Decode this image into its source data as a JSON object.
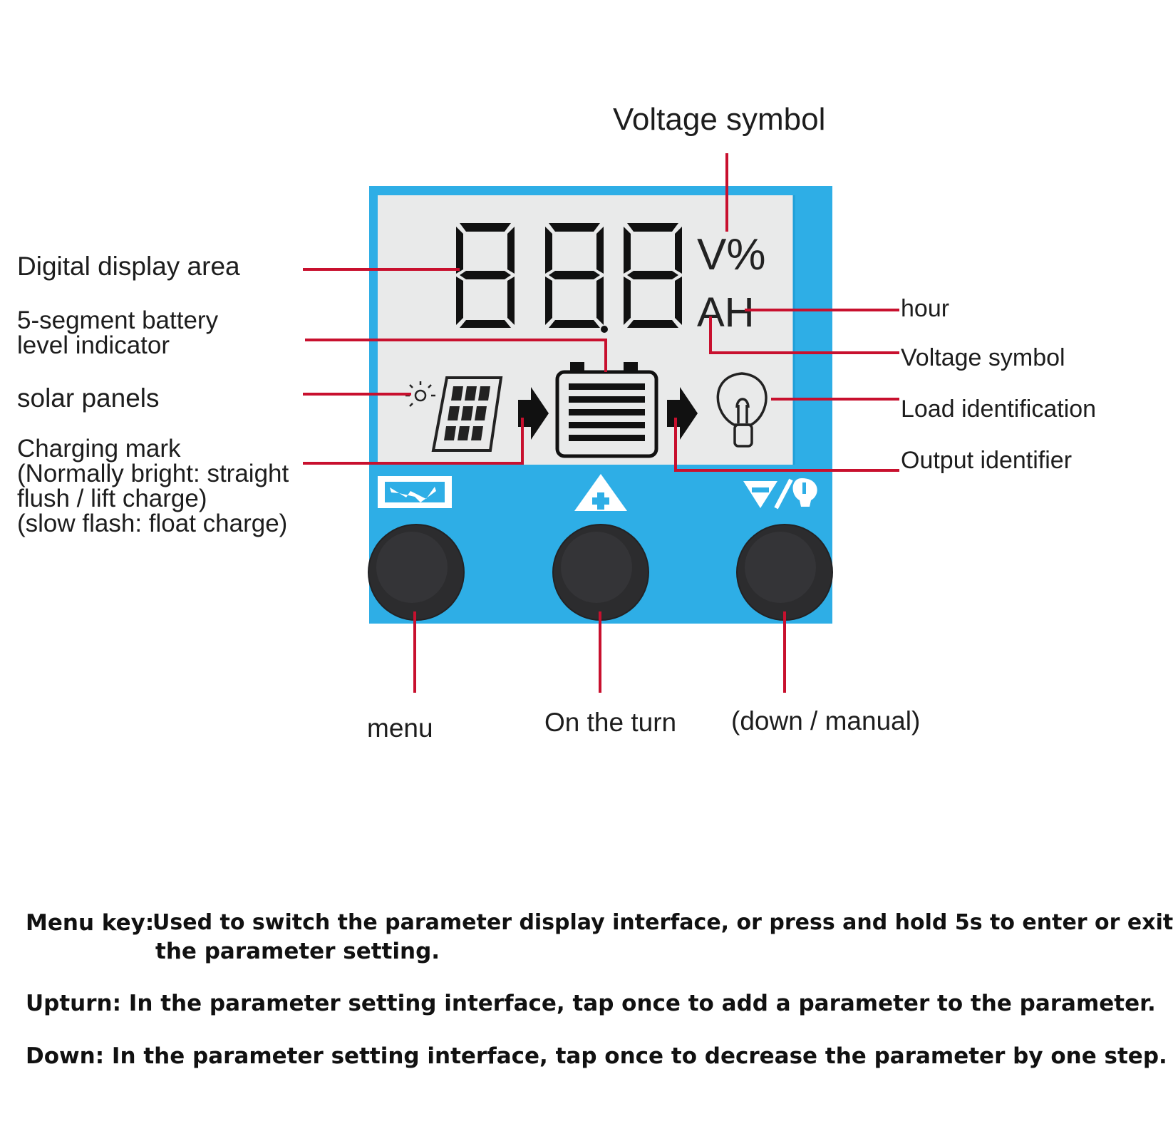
{
  "labels": {
    "voltage_symbol_top": "Voltage symbol",
    "digital_display_area": "Digital display area",
    "battery_level_indicator": [
      "5-segment battery",
      "level indicator"
    ],
    "solar_panels": "solar panels",
    "charging_mark": [
      "Charging mark",
      "(Normally bright: straight",
      "flush / lift charge)",
      "(slow flash: float charge)"
    ],
    "hour": "hour",
    "voltage_symbol_right": "Voltage symbol",
    "load_identification": "Load identification",
    "output_identifier": "Output identifier",
    "menu": "menu",
    "on_the_turn": "On the turn",
    "down_manual": "(down / manual)"
  },
  "display": {
    "digits": "888",
    "unit_top": "V%",
    "unit_bottom": "AH"
  },
  "notes": {
    "menu_key_title": "Menu key:",
    "menu_key_line1": "Used to switch the parameter display interface, or press and hold 5s to enter or exit",
    "menu_key_line2": "the parameter setting.",
    "upturn": "Upturn: In the parameter setting interface, tap once to add a parameter to the parameter.",
    "down": "Down: In the parameter setting interface, tap once to decrease the parameter by one step."
  },
  "colors": {
    "panel_blue": "#2eaee6",
    "lcd_bg": "#e9eaea",
    "segment": "#111111",
    "leader_red": "#c8102e",
    "button": "#2c2c2e"
  }
}
